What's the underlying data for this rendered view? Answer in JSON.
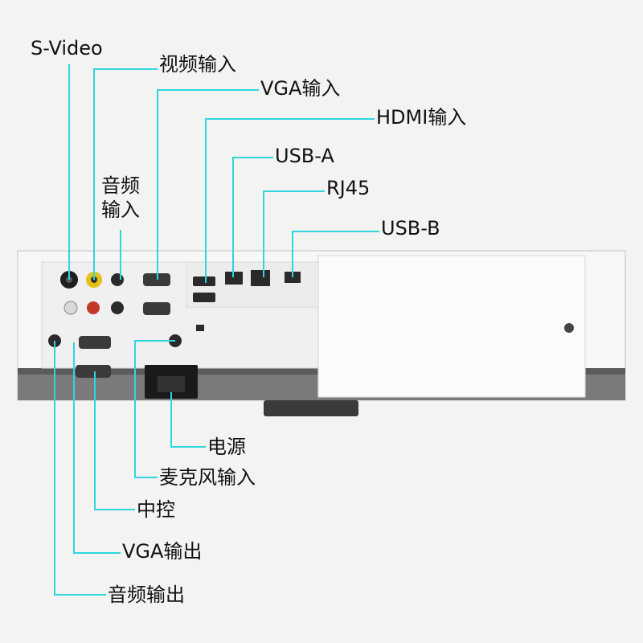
{
  "labels": {
    "svideo": "S-Video",
    "video_in": "视频输入",
    "vga_in": "VGA输入",
    "hdmi_in": "HDMI输入",
    "usb_a": "USB-A",
    "rj45": "RJ45",
    "usb_b": "USB-B",
    "audio_in": "音频\n输入",
    "power": "电源",
    "mic_in": "麦克风输入",
    "control": "中控",
    "vga_out": "VGA输出",
    "audio_out": "音频输出"
  },
  "colors": {
    "background": "#f3f3f1",
    "callout_line": "#2fd6e0",
    "panel": "#f7f7f7",
    "panel_border": "#d4d4d4",
    "port_dark": "#2a2a2a",
    "rca_yellow": "#e3c21a",
    "rca_red": "#c0392b"
  }
}
